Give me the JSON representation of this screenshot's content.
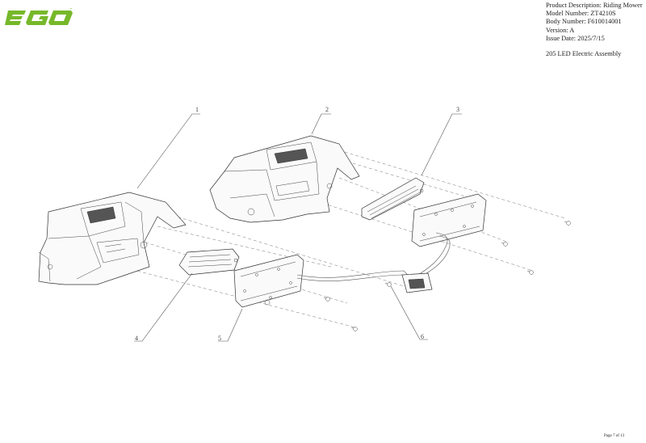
{
  "brand": {
    "logo_text": "EGO",
    "logo_color": "#76b82a",
    "trademark": "™"
  },
  "document_info": {
    "lines": [
      "Product Description: Riding Mower",
      "Model Number: ZT4210S",
      "Body Number: F610014001",
      "Version: A",
      "Issue Date: 2025/7/15"
    ]
  },
  "assembly_title": "205 LED Electric Assembly",
  "callouts": [
    "1",
    "2",
    "3",
    "4",
    "5",
    "6"
  ],
  "page_number": "Page 7 of 13"
}
